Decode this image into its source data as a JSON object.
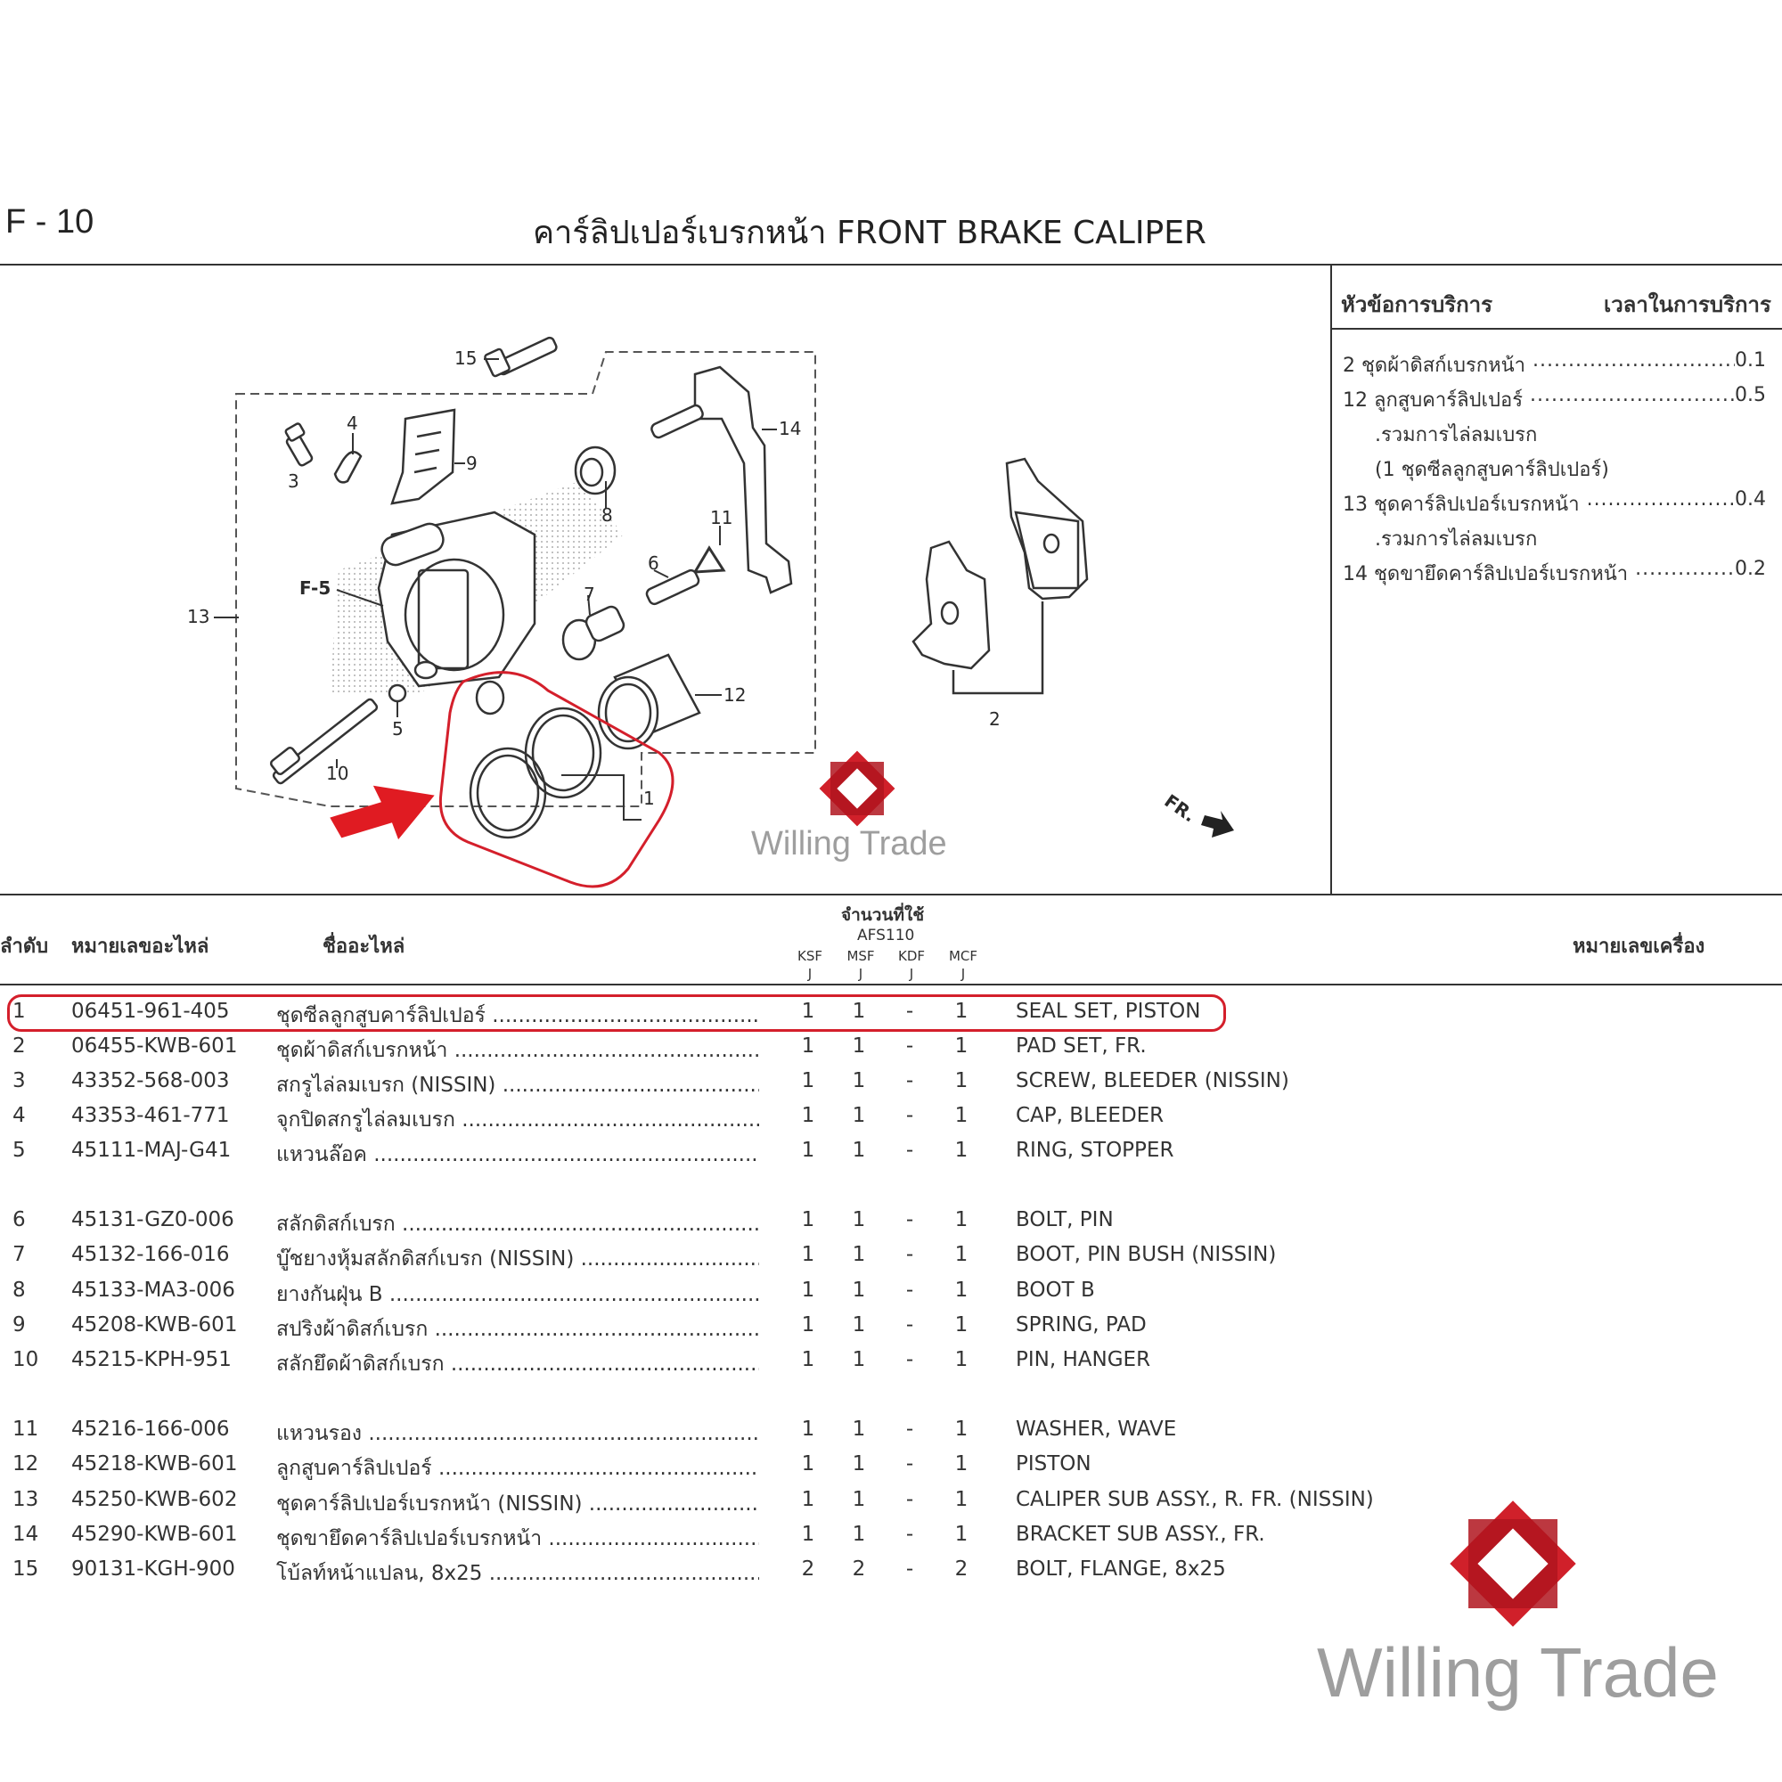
{
  "header": {
    "page_code": "F - 10",
    "title": "คาร์ลิปเปอร์เบรกหน้า  FRONT BRAKE CALIPER"
  },
  "diagram": {
    "callouts": [
      "15",
      "4",
      "3",
      "9",
      "14",
      "8",
      "11",
      "6",
      "7",
      "F-5",
      "13",
      "5",
      "12",
      "2",
      "10",
      "1"
    ],
    "direction_label": "FR."
  },
  "service": {
    "head_left": "หัวข้อการบริการ",
    "head_right": "เวลาในการบริการ",
    "rows": [
      {
        "label": "2 ชุดผ้าดิสก์เบรกหน้า",
        "time": "0.1"
      },
      {
        "label": "12 ลูกสูบคาร์ลิปเปอร์",
        "time": "0.5"
      },
      {
        "label": "13 ชุดคาร์ลิปเปอร์เบรกหน้า",
        "time": "0.4"
      },
      {
        "label": "14 ชุดขายึดคาร์ลิปเปอร์เบรกหน้า",
        "time": "0.2"
      }
    ],
    "notes": [
      ".รวมการไล่ลมเบรก",
      "(1 ชุดซีลลูกสูบคาร์ลิปเปอร์)",
      ".รวมการไล่ลมเบรก"
    ]
  },
  "table": {
    "headers": {
      "no": "ลำดับ",
      "part_no": "หมายเลขอะไหล่",
      "name": "ชื่ออะไหล่",
      "qty": "จำนวนที่ใช้",
      "model": "AFS110",
      "engine_no": "หมายเลขเครื่อง"
    },
    "variants": [
      {
        "code": "KSF",
        "sub": "J"
      },
      {
        "code": "MSF",
        "sub": "J"
      },
      {
        "code": "KDF",
        "sub": "J"
      },
      {
        "code": "MCF",
        "sub": "J"
      }
    ],
    "rows": [
      {
        "no": "1",
        "part": "06451-961-405",
        "th": "ชุดซีลลูกสูบคาร์ลิปเปอร์",
        "q1": "1",
        "q2": "1",
        "q3": "-",
        "q4": "1",
        "en": "SEAL SET, PISTON"
      },
      {
        "no": "2",
        "part": "06455-KWB-601",
        "th": "ชุดผ้าดิสก์เบรกหน้า",
        "q1": "1",
        "q2": "1",
        "q3": "-",
        "q4": "1",
        "en": "PAD SET, FR."
      },
      {
        "no": "3",
        "part": "43352-568-003",
        "th": "สกรูไล่ลมเบรก (NISSIN)",
        "q1": "1",
        "q2": "1",
        "q3": "-",
        "q4": "1",
        "en": "SCREW, BLEEDER (NISSIN)"
      },
      {
        "no": "4",
        "part": "43353-461-771",
        "th": "จุกปิดสกรูไล่ลมเบรก",
        "q1": "1",
        "q2": "1",
        "q3": "-",
        "q4": "1",
        "en": "CAP, BLEEDER"
      },
      {
        "no": "5",
        "part": "45111-MAJ-G41",
        "th": "แหวนล๊อค",
        "q1": "1",
        "q2": "1",
        "q3": "-",
        "q4": "1",
        "en": "RING, STOPPER"
      },
      {
        "no": "6",
        "part": "45131-GZ0-006",
        "th": "สลักดิสก์เบรก",
        "q1": "1",
        "q2": "1",
        "q3": "-",
        "q4": "1",
        "en": "BOLT, PIN"
      },
      {
        "no": "7",
        "part": "45132-166-016",
        "th": "บู๊ชยางหุ้มสลักดิสก์เบรก (NISSIN)",
        "q1": "1",
        "q2": "1",
        "q3": "-",
        "q4": "1",
        "en": "BOOT, PIN BUSH (NISSIN)"
      },
      {
        "no": "8",
        "part": "45133-MA3-006",
        "th": "ยางกันฝุ่น B",
        "q1": "1",
        "q2": "1",
        "q3": "-",
        "q4": "1",
        "en": "BOOT B"
      },
      {
        "no": "9",
        "part": "45208-KWB-601",
        "th": "สปริงผ้าดิสก์เบรก",
        "q1": "1",
        "q2": "1",
        "q3": "-",
        "q4": "1",
        "en": "SPRING, PAD"
      },
      {
        "no": "10",
        "part": "45215-KPH-951",
        "th": "สลักยึดผ้าดิสก์เบรก",
        "q1": "1",
        "q2": "1",
        "q3": "-",
        "q4": "1",
        "en": "PIN, HANGER"
      },
      {
        "no": "11",
        "part": "45216-166-006",
        "th": "แหวนรอง",
        "q1": "1",
        "q2": "1",
        "q3": "-",
        "q4": "1",
        "en": "WASHER, WAVE"
      },
      {
        "no": "12",
        "part": "45218-KWB-601",
        "th": "ลูกสูบคาร์ลิปเปอร์",
        "q1": "1",
        "q2": "1",
        "q3": "-",
        "q4": "1",
        "en": "PISTON"
      },
      {
        "no": "13",
        "part": "45250-KWB-602",
        "th": "ชุดคาร์ลิปเปอร์เบรกหน้า (NISSIN)",
        "q1": "1",
        "q2": "1",
        "q3": "-",
        "q4": "1",
        "en": "CALIPER SUB ASSY., R. FR. (NISSIN)"
      },
      {
        "no": "14",
        "part": "45290-KWB-601",
        "th": "ชุดขายึดคาร์ลิปเปอร์เบรกหน้า",
        "q1": "1",
        "q2": "1",
        "q3": "-",
        "q4": "1",
        "en": "BRACKET SUB ASSY., FR."
      },
      {
        "no": "15",
        "part": "90131-KGH-900",
        "th": "โบ้ลท์หน้าแปลน, 8x25",
        "q1": "2",
        "q2": "2",
        "q3": "-",
        "q4": "2",
        "en": "BOLT, FLANGE, 8x25"
      }
    ]
  },
  "watermark": {
    "brand": "Willing Trade",
    "accent_color": "#d0202a"
  },
  "highlight_color": "#d41f2b"
}
